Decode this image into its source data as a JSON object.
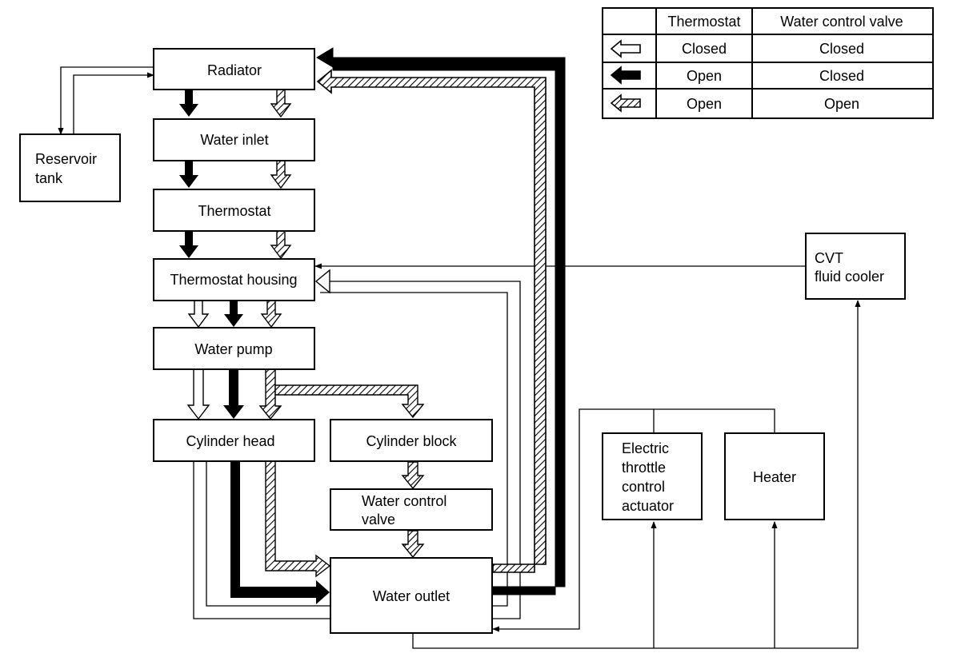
{
  "legend": {
    "headers": [
      "",
      "Thermostat",
      "Water control valve"
    ],
    "rows": [
      {
        "symbol": "white-arrow",
        "thermostat": "Closed",
        "valve": "Closed"
      },
      {
        "symbol": "black-arrow",
        "thermostat": "Open",
        "valve": "Closed"
      },
      {
        "symbol": "hatched-arrow",
        "thermostat": "Open",
        "valve": "Open"
      }
    ]
  },
  "components": {
    "radiator": "Radiator",
    "reservoir_tank": [
      "Reservoir",
      "tank"
    ],
    "water_inlet": "Water inlet",
    "thermostat": "Thermostat",
    "thermostat_housing": "Thermostat housing",
    "water_pump": "Water pump",
    "cylinder_head": "Cylinder head",
    "cylinder_block": "Cylinder block",
    "water_control_valve": [
      "Water control",
      "valve"
    ],
    "water_outlet": "Water outlet",
    "cvt_fluid_cooler": [
      "CVT",
      "fluid cooler"
    ],
    "electric_throttle_control_actuator": [
      "Electric",
      "throttle",
      "control",
      "actuator"
    ],
    "heater": "Heater"
  },
  "colors": {
    "line": "#000000",
    "background": "#ffffff"
  }
}
